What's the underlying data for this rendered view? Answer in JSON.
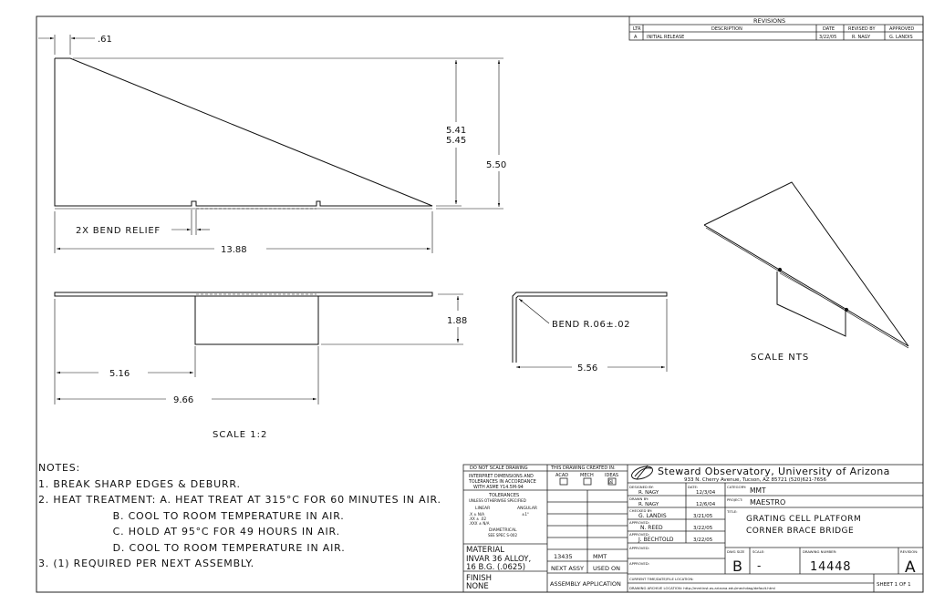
{
  "revisions": {
    "title": "REVISIONS",
    "headers": {
      "ltr": "LTR",
      "description": "DESCRIPTION",
      "date": "DATE",
      "revised_by": "REVISED BY",
      "approved": "APPROVED"
    },
    "row": {
      "ltr": "A",
      "description": "INITIAL RELEASE",
      "date": "3/22/05",
      "revised_by": "R. NAGY",
      "approved": "G. LANDIS"
    }
  },
  "dimensions": {
    "top_offset": ".61",
    "height_a": "5.41",
    "height_b": "5.45",
    "height_total": "5.50",
    "bend_relief": "2X BEND RELIEF",
    "length": "13.88",
    "flange_height": "1.88",
    "bend": "BEND R.06±.02",
    "flange_start": "5.16",
    "flange_end": "9.66",
    "side_length": "5.56"
  },
  "scale_main": "SCALE 1:2",
  "scale_iso": "SCALE NTS",
  "notes": {
    "title": "NOTES:",
    "lines": [
      "1. BREAK SHARP EDGES & DEBURR.",
      "2. HEAT TREATMENT: A. HEAT TREAT AT 315°C FOR 60 MINUTES IN AIR.",
      "                   B. COOL TO ROOM TEMPERATURE IN AIR.",
      "                   C. HOLD AT 95°C FOR 49 HOURS IN AIR.",
      "                   D. COOL TO ROOM TEMPERATURE IN AIR.",
      "3. (1) REQUIRED PER NEXT ASSEMBLY."
    ]
  },
  "title_block": {
    "do_not_scale": "DO NOT SCALE DRAWING",
    "interpret": [
      "INTERPRET DIMENSIONS AND",
      "TOLERANCES IN ACCORDANCE",
      "WITH ASME Y14.5M-94"
    ],
    "tolerances": "TOLERANCES",
    "unless": "UNLESS OTHERWISE SPECIFIED",
    "linear": "LINEAR",
    "angular": "ANGULAR",
    "tol_x": ".X   ± N/A",
    "tol_xx": ".XX  ± .02",
    "tol_xxx": ".XXX ± N/A",
    "tol_ang": "±1°",
    "diametrical": "DIAMETRICAL",
    "spec": "SEE SPEC S-002",
    "material_label": "MATERIAL",
    "material": [
      "INVAR 36 ALLOY,",
      "16 B.G. (.0625)"
    ],
    "finish_label": "FINISH",
    "finish": "NONE",
    "created_in": "THIS DRAWING CREATED IN:",
    "cad": [
      "ACAD",
      "MECH",
      "IDEAS"
    ],
    "next_assy_val": "13435",
    "used_on_val": "MMT",
    "next_assy": "NEXT ASSY",
    "used_on": "USED ON",
    "assembly_app": "ASSEMBLY APPLICATION",
    "org": "Steward Observatory, University of Arizona",
    "address": "933 N. Cherry Avenue, Tucson, AZ  85721   (520)621-7656",
    "designed_by_label": "DESIGNED BY:",
    "designed_by": "R. NAGY",
    "date_label": "DATE:",
    "designed_date": "12/3/04",
    "drawn_by_label": "DRAWN BY:",
    "drawn_by": "R. NAGY",
    "drawn_date": "12/6/04",
    "checked_by_label": "CHECKED BY:",
    "checked_by": "G. LANDIS",
    "checked_date": "3/21/05",
    "approved1_label": "APPROVED:",
    "approved1": "N. REED",
    "approved1_date": "3/22/05",
    "approved2_label": "APPROVED:",
    "approved2": "J. BECHTOLD",
    "approved2_date": "3/22/05",
    "approved3_label": "APPROVED:",
    "approved4_label": "APPROVED:",
    "category_label": "CATEGORY:",
    "category": "MMT",
    "project_label": "PROJECT:",
    "project": "MAESTRO",
    "title_label": "TITLE:",
    "title_1": "GRATING CELL PLATFORM",
    "title_2": "CORNER BRACE BRIDGE",
    "size_label": "DWG SIZE",
    "size": "B",
    "scale_label": "SCALE:",
    "scale": "-",
    "dwg_no_label": "DRAWING NUMBER:",
    "dwg_no": "14448",
    "revision_label": "REVISION:",
    "revision": "A",
    "current_time_label": "CURRENT TIME/DATE/FILE LOCATION:",
    "archive_label": "DRAWING ARCHIVE LOCATION: http://mmtinst.as.arizona.edu/mechdwg/default.html",
    "sheet": "SHEET 1 OF 1"
  }
}
